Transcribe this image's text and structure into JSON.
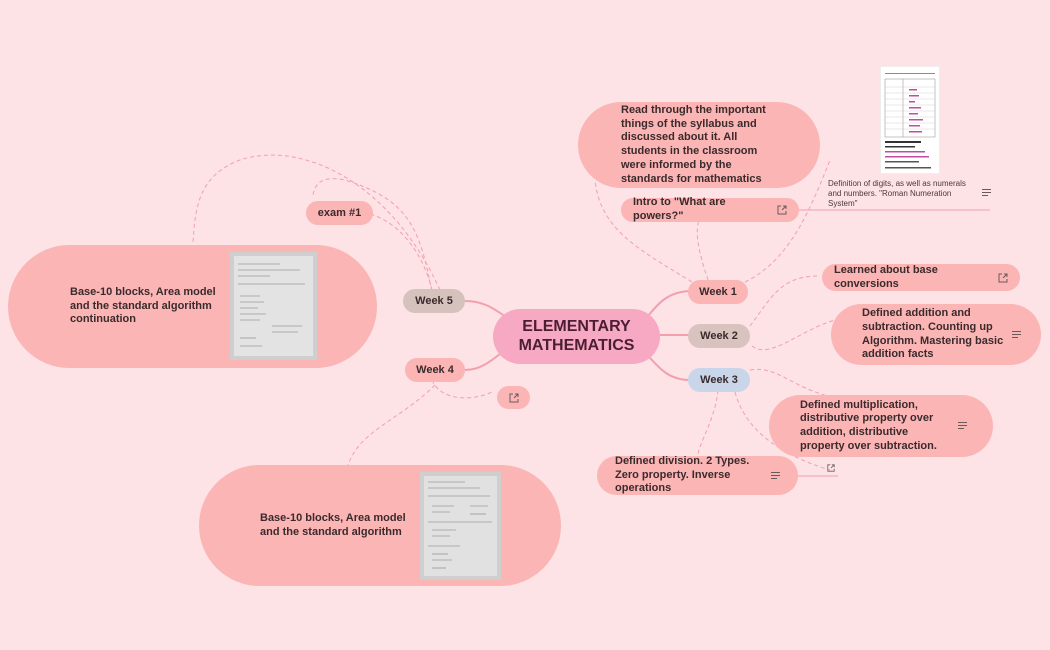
{
  "central": {
    "line1": "ELEMENTARY",
    "line2": "MATHEMATICS"
  },
  "weeks": {
    "w1": "Week 1",
    "w2": "Week 2",
    "w3": "Week 3",
    "w4": "Week 4",
    "w5": "Week 5"
  },
  "week1": {
    "syllabus": "Read through the important things of the syllabus and discussed about it. All students in the classroom were informed by the standards for mathematics",
    "powers": "Intro to \"What are powers?\"",
    "digits": "Definition of digits, as well as numerals and numbers. \"Roman Numeration System\""
  },
  "week2": {
    "base": "Learned about base conversions",
    "addition": "Defined addition and subtraction. Counting up Algorithm. Mastering basic addition facts"
  },
  "week3": {
    "multiplication": "Defined multiplication, distributive property over addition, distributive property over subtraction.",
    "division": "Defined division. 2 Types. Zero property. Inverse operations"
  },
  "week4": {
    "blocks": "Base-10 blocks, Area model and the standard algorithm"
  },
  "week5": {
    "exam": "exam #1",
    "blocks": "Base-10 blocks, Area model and the standard algorithm continuation"
  },
  "icons": {
    "external_link": "external-link-icon",
    "note": "note-icon"
  },
  "colors": {
    "background": "#fde2e6",
    "central": "#f7a8c2",
    "topic": "#fbb5b5",
    "week2": "#d9c3be",
    "week3": "#c9d6ea",
    "week5": "#d6c2bd",
    "connector": "#f2a0ae"
  }
}
